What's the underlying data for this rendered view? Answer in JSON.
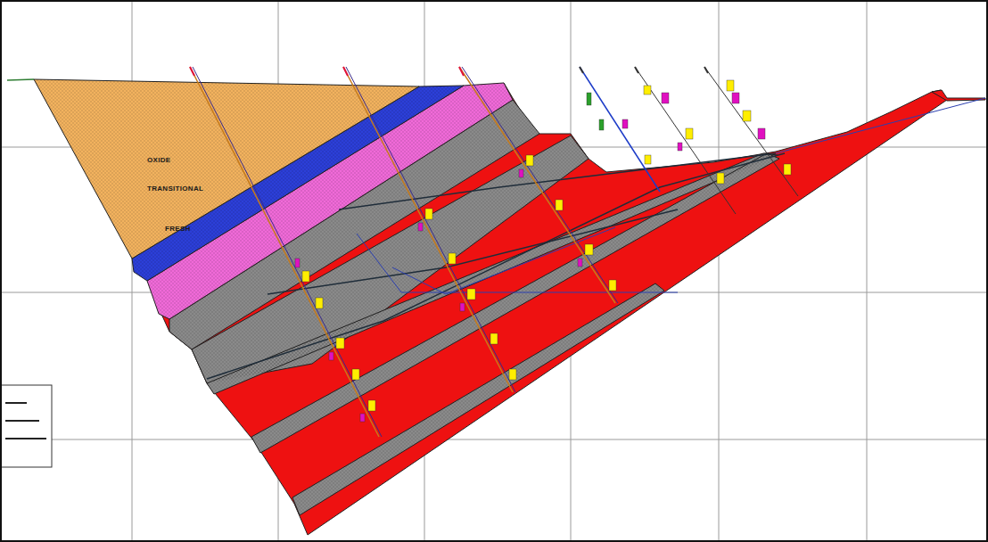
{
  "diagram": {
    "labels": [
      "OXIDE",
      "TRANSITIONAL",
      "FRESH"
    ]
  }
}
